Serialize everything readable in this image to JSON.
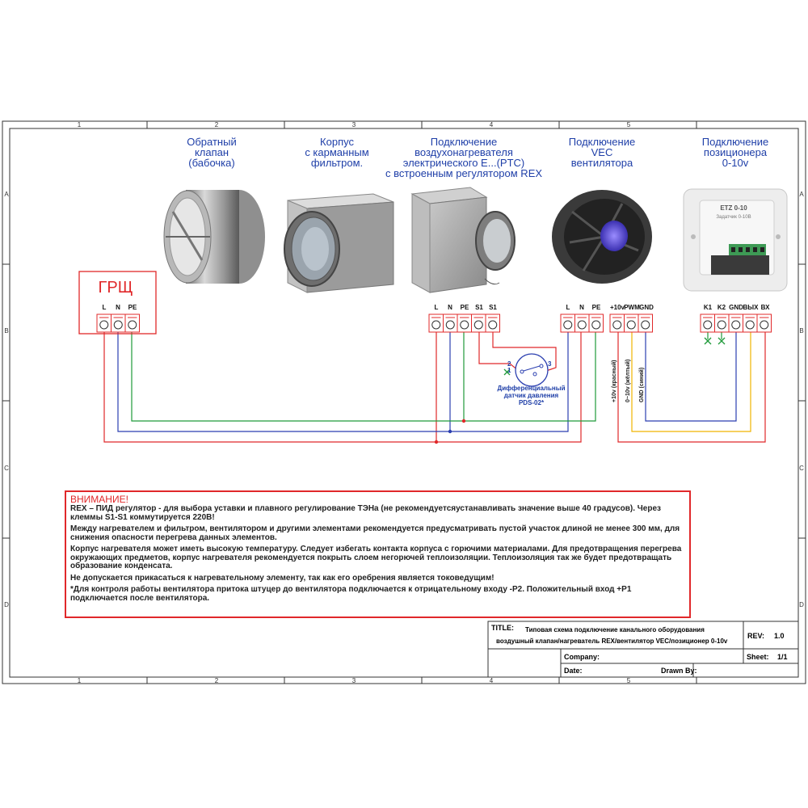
{
  "frame": {
    "col_labels": [
      "1",
      "2",
      "3",
      "4",
      "5"
    ],
    "row_labels": [
      "A",
      "B",
      "C",
      "D"
    ]
  },
  "components": {
    "damper": {
      "title_lines": [
        "Обратный",
        "клапан",
        "(бабочка)"
      ]
    },
    "filter": {
      "title_lines": [
        "Корпус",
        "с карманным",
        "фильтром."
      ]
    },
    "heater": {
      "title_lines": [
        "Подключение",
        "воздухонагревателя",
        "электрического Е...(PTC)",
        "с встроенным регулятором REX"
      ]
    },
    "fan": {
      "title_lines": [
        "Подключение",
        "VEC",
        "вентилятора"
      ]
    },
    "positioner": {
      "title_lines": [
        "Подключение",
        "позиционера",
        "0-10v"
      ],
      "device_text": [
        "ETZ 0-10",
        "Задатчик 0-10В"
      ]
    }
  },
  "panel": {
    "name": "ГРЩ",
    "terminals": [
      "L",
      "N",
      "PE"
    ]
  },
  "heater_terminals": [
    "L",
    "N",
    "PE",
    "S1",
    "S1"
  ],
  "fan_terminals": [
    "L",
    "N",
    "PE"
  ],
  "vec_terminals": [
    "+10v",
    "PWM",
    "GND"
  ],
  "positioner_terminals": [
    "K1",
    "K2",
    "GND",
    "ВЫХ",
    "ВХ"
  ],
  "wire_labels": [
    "+10v (красный)",
    "0~10v (жёлтый)",
    "GND (синий)"
  ],
  "sensor": {
    "pins": [
      "2",
      "1",
      "3"
    ],
    "caption_lines": [
      "Дифференциальный",
      "датчик давления",
      "PDS-02*"
    ]
  },
  "colors": {
    "red": "#e0282a",
    "blue": "#2b3fb0",
    "green": "#1f9a3a",
    "yellow": "#f0b400",
    "title_blue": "#1f3fa8"
  },
  "warning": {
    "title": "ВНИМАНИЕ!",
    "paragraphs": [
      "REX – ПИД регулятор - для выбора уставки и плавного регулирование ТЭНа (не рекомендуетсяустанавливать значение выше 40 градусов). Через клеммы S1-S1 коммутируется 220В!",
      "Между нагревателем и фильтром, вентилятором и другими элементами рекомендуется предусматривать пустой участок длиной не менее 300 мм, для снижения опасности перегрева данных элементов.",
      "Корпус нагревателя может иметь высокую температуру. Следует избегать контакта корпуса с горючими материалами. Для предотвращения перегрева окружающих предметов, корпус нагревателя рекомендуется покрыть слоем негорючей теплоизоляции. Теплоизоляция так же будет предотвращать образование конденсата.",
      "Не допускается прикасаться к нагревательному элементу, так как его оребрения является токоведущим!",
      "*Для контроля работы вентилятора притока штуцер до вентилятора подключается к отрицательному входу -P2. Положительный вход +P1 подключается после вентилятора."
    ]
  },
  "title_block": {
    "title_label": "TITLE:",
    "title_line1": "Типовая схема подключение канального оборудования",
    "title_line2": "воздушный клапан/нагреватель REX/вентилятор VEC/позиционер 0-10v",
    "rev_label": "REV:",
    "rev_value": "1.0",
    "company_label": "Company:",
    "sheet_label": "Sheet:",
    "sheet_value": "1/1",
    "date_label": "Date:",
    "drawn_label": "Drawn By:"
  }
}
